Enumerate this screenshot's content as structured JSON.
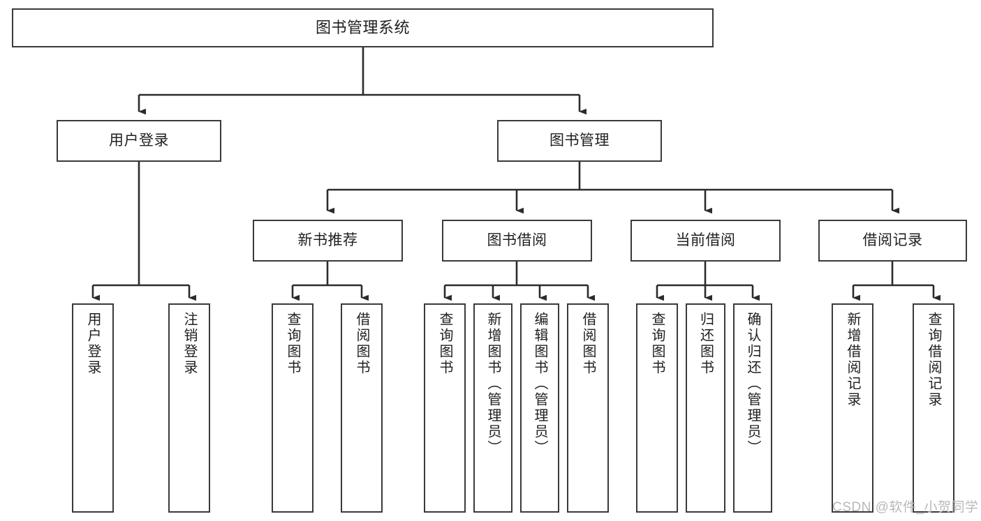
{
  "diagram": {
    "title": "图书管理系统",
    "type": "tree-hierarchy-chart",
    "root": {
      "label": "图书管理系统"
    },
    "level2": [
      {
        "label": "用户登录"
      },
      {
        "label": "图书管理"
      }
    ],
    "level3": [
      {
        "label": "新书推荐"
      },
      {
        "label": "图书借阅"
      },
      {
        "label": "当前借阅"
      },
      {
        "label": "借阅记录"
      }
    ],
    "leaves": {
      "user_login": [
        {
          "label": "用户登录"
        },
        {
          "label": "注销登录"
        }
      ],
      "new_book_recommend": [
        {
          "label": "查询图书"
        },
        {
          "label": "借阅图书"
        }
      ],
      "book_borrow": [
        {
          "label": "查询图书"
        },
        {
          "label": "新增图书（管理员）"
        },
        {
          "label": "编辑图书（管理员）"
        },
        {
          "label": "借阅图书"
        }
      ],
      "current_borrow": [
        {
          "label": "查询图书"
        },
        {
          "label": "归还图书"
        },
        {
          "label": "确认归还（管理员）"
        }
      ],
      "borrow_record": [
        {
          "label": "新增借阅记录"
        },
        {
          "label": "查询借阅记录"
        }
      ]
    }
  },
  "watermark": {
    "text": "CSDN @软件_小贺同学"
  },
  "colors": {
    "box_border": "#3a3a3a",
    "box_fill": "#ffffff",
    "line": "#2b2b2b",
    "text": "#1f1f1f",
    "watermark": "#b9b9b9"
  }
}
